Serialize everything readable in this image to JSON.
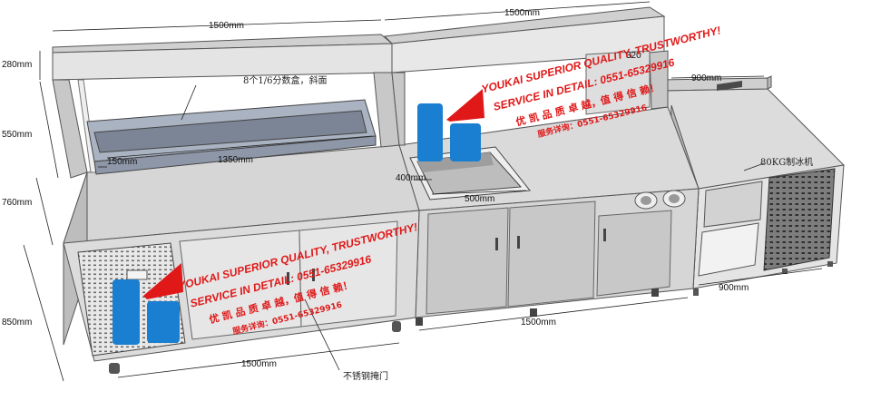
{
  "dimensions": {
    "top_width_left": "1500mm",
    "top_width_mid": "1500mm",
    "shelf_height": "280mm",
    "gantry_height": "550mm",
    "upper_height": "760mm",
    "base_height": "850mm",
    "box_depth": "150mm",
    "box_length": "1350mm",
    "sink_depth": "400mm",
    "sink_width": "500mm",
    "right_unit_top": "900mm",
    "right_unit_bottom": "900mm",
    "bottom_mid": "1500mm",
    "bottom_left": "1500mm",
    "small_label": "320"
  },
  "annotations": {
    "box_note": "8个1/6分数盒，斜面",
    "ice_note": "80KG制冰机",
    "door_note": "不锈钢掩门"
  },
  "watermark": {
    "line1": "YOUKAI SUPERIOR QUALITY, TRUSTWORTHY!",
    "line2": "SERVICE IN DETAIL:  0551-65329916",
    "line3": "优 凯 品 质 卓 越，值 得 信 赖！",
    "line4": "服务详询：0551-65329916"
  },
  "colors": {
    "steel_light": "#d9d9d9",
    "steel_mid": "#c4c4c4",
    "steel_dark": "#a8a8a8",
    "box_blue": "#9aa6b8",
    "logo_blue": "#1a7fd0",
    "logo_red": "#e01818",
    "watermark_red": "#e01818"
  }
}
